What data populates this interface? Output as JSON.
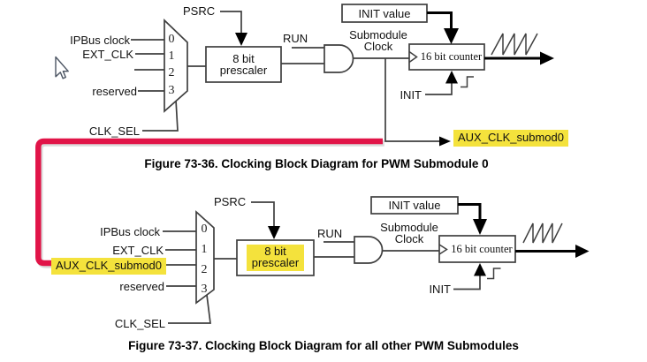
{
  "colors": {
    "highlight": "#f4e23c",
    "annotation_red": "#e11448"
  },
  "fig1": {
    "caption": "Figure 73-36. Clocking Block Diagram for PWM Submodule 0",
    "psrc": "PSRC",
    "run": "RUN",
    "mux": {
      "port0": "0",
      "port1": "1",
      "port2": "2",
      "port3": "3",
      "input0": "IPBus clock",
      "input1": "EXT_CLK",
      "input2": "",
      "input3": "reserved",
      "select": "CLK_SEL"
    },
    "prescaler_line1": "8 bit",
    "prescaler_line2": "prescaler",
    "subclk_line1": "Submodule",
    "subclk_line2": "Clock",
    "counter": "16 bit counter",
    "init_value": "INIT value",
    "init": "INIT",
    "aux_out": "AUX_CLK_submod0"
  },
  "fig2": {
    "caption": "Figure 73-37. Clocking Block Diagram for all other PWM Submodules",
    "psrc": "PSRC",
    "run": "RUN",
    "mux": {
      "port0": "0",
      "port1": "1",
      "port2": "2",
      "port3": "3",
      "input0": "IPBus clock",
      "input1": "EXT_CLK",
      "input2": "AUX_CLK_submod0",
      "input3": "reserved",
      "select": "CLK_SEL"
    },
    "prescaler_line1": "8 bit",
    "prescaler_line2": "prescaler",
    "subclk_line1": "Submodule",
    "subclk_line2": "Clock",
    "counter": "16 bit counter",
    "init_value": "INIT value",
    "init": "INIT"
  }
}
